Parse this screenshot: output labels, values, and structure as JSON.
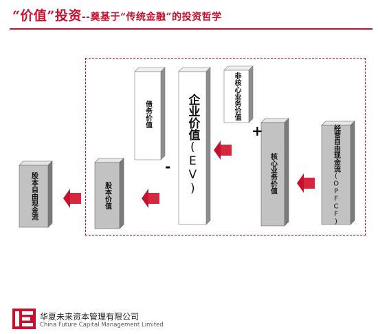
{
  "header": {
    "title": "“价值”投资",
    "subtitle": "--奠基于“传统金融”的投资哲学"
  },
  "diagram": {
    "equity_cashflow": "股本自由现金流",
    "equity_value": "股本价值",
    "debt_value": "债务价值",
    "enterprise_value_main": "企业价值",
    "enterprise_value_abbr": "(EV)",
    "non_core_value": "非核心业务价值",
    "core_value": "核心业务价值",
    "operating_cashflow_main": "经营自由现金流",
    "operating_cashflow_abbr": "(OPFCF)",
    "minus_sign": "-",
    "plus_sign": "+"
  },
  "footer": {
    "company_cn": "华夏未来资本管理有限公司",
    "company_en": "China Future Capital Management Limited"
  },
  "colors": {
    "accent": "#c8102e",
    "block_light": "#ffffff",
    "block_mid": "#c2c2c2",
    "block_dark": "#9a9a9a"
  }
}
